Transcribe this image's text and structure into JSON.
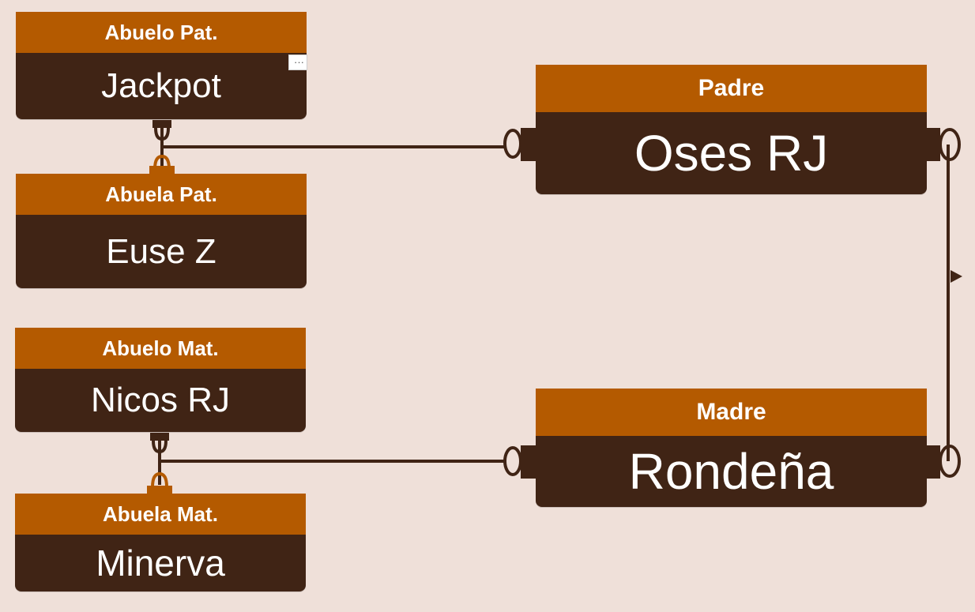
{
  "nodes": {
    "abuelo_pat": {
      "role": "Abuelo Pat.",
      "name": "Jackpot"
    },
    "abuela_pat": {
      "role": "Abuela Pat.",
      "name": "Euse Z"
    },
    "abuelo_mat": {
      "role": "Abuelo Mat.",
      "name": "Nicos RJ"
    },
    "abuela_mat": {
      "role": "Abuela Mat.",
      "name": "Minerva"
    },
    "padre": {
      "role": "Padre",
      "name": "Oses RJ"
    },
    "madre": {
      "role": "Madre",
      "name": "Rondeña"
    }
  },
  "toolbar": {
    "more_label": "···",
    "more_icon": "ellipsis-icon"
  },
  "colors": {
    "background": "#efe0d9",
    "header": "#b45a00",
    "body": "#402415",
    "connector": "#402415",
    "connector_accent": "#b45a00",
    "text": "#ffffff"
  }
}
